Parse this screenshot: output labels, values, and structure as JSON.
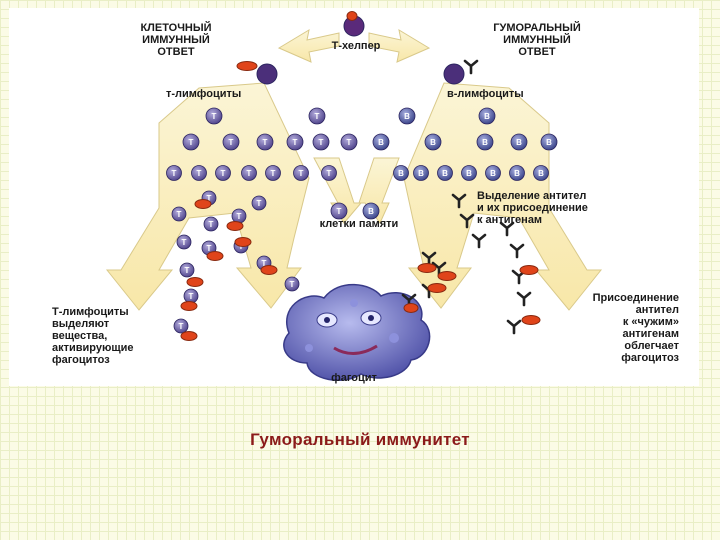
{
  "diagram": {
    "cellular_response_title": "КЛЕТОЧНЫЙ\nИММУННЫЙ\nОТВЕТ",
    "humoral_response_title": "ГУМОРАЛЬНЫЙ\nИММУННЫЙ\nОТВЕТ",
    "t_helper_label": "Т-хелпер",
    "t_lymphocytes_label": "т-лимфоциты",
    "b_lymphocytes_label": "в-лимфоциты",
    "memory_cells_label": "клетки памяти",
    "antibody_release_label": "Выделение антител\nи их присоединение\nк антигенам",
    "t_lymph_secrete_label": "Т-лимфоциты\nвыделяют\nвещества,\nактивирующие\nфагоцитоз",
    "antibody_attach_label": "Присоединение\nантител\nк «чужим»\nантигенам\nоблегчает\nфагоцитоз",
    "phagocyte_label": "фагоцит",
    "t_cell_letter": "Т",
    "b_cell_letter": "В"
  },
  "caption": "Гуморальный иммунитет",
  "colors": {
    "caption": "#8b1a1a",
    "arrow_fill": "#fbf1c2",
    "t_cell": "#5b4f9a",
    "b_cell": "#3f4a8e",
    "antigen": "#e0441a",
    "antibody": "#222222",
    "phagocyte": "#6e73c4"
  }
}
